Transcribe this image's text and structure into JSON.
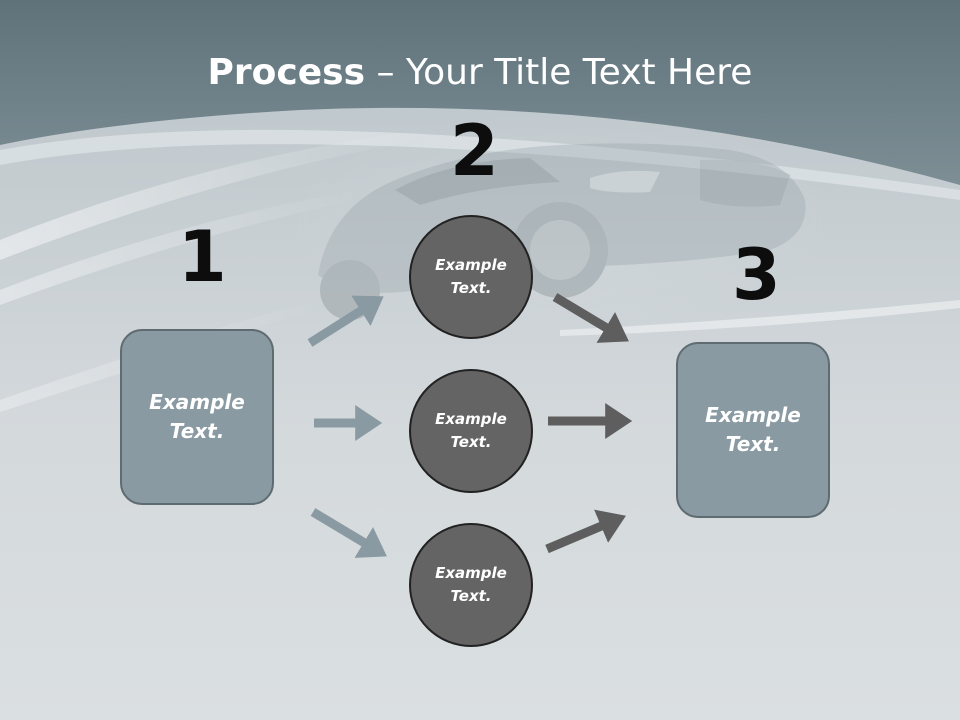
{
  "title": {
    "bold": "Process",
    "rest": " – Your Title Text Here"
  },
  "steps": [
    {
      "number": "1"
    },
    {
      "number": "2"
    },
    {
      "number": "3"
    }
  ],
  "left_box": {
    "text": "Example Text."
  },
  "right_box": {
    "text": "Example Text."
  },
  "circles": [
    {
      "text": "Example Text."
    },
    {
      "text": "Example Text."
    },
    {
      "text": "Example Text."
    }
  ],
  "colors": {
    "header_band": "#6e8088",
    "box_fill": "#8a9aa2",
    "circle_fill": "#646464",
    "arrow_light": "#8a9aa2",
    "arrow_dark": "#5e5e5e"
  }
}
